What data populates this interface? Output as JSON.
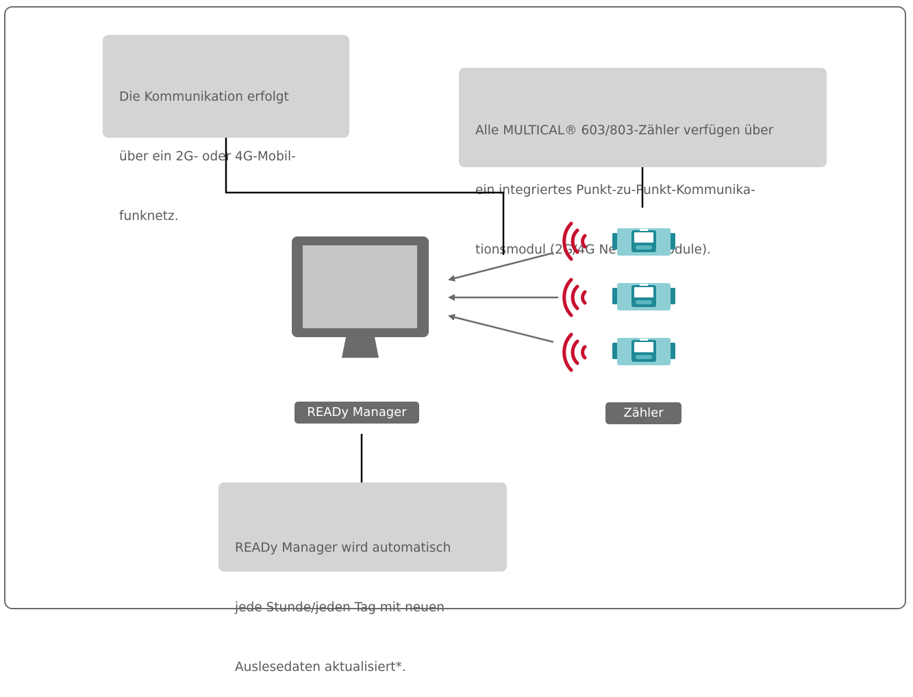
{
  "notes": {
    "communication": [
      "Die Kommunikation erfolgt",
      "über ein 2G- oder 4G-Mobil-",
      "funknetz."
    ],
    "meter_module": [
      "Alle MULTICAL® 603/803-Zähler verfügen über",
      "ein integriertes Punkt-zu-Punkt-Kommunika-",
      "tionsmodul (2G/4G Network Module)."
    ],
    "ready_update": [
      "READy Manager wird automatisch",
      "jede Stunde/jeden Tag mit neuen",
      "Auslesedaten aktualisiert*."
    ]
  },
  "labels": {
    "manager": "READy Manager",
    "meters": "Zähler"
  },
  "colors": {
    "note_bg": "#d4d4d4",
    "label_bg": "#6b6b6b",
    "monitor": "#6b6b6b",
    "screen": "#c6c6c6",
    "signal": "#c8102e",
    "meter_body": "#8ecfd6",
    "meter_dark": "#1f8a96"
  },
  "icons": {
    "computer": "monitor-icon",
    "meter": "heat-meter-icon",
    "signal": "wireless-signal-icon"
  }
}
